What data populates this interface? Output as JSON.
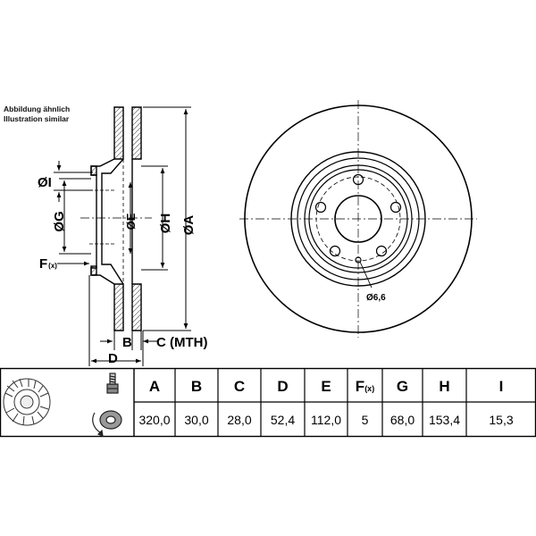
{
  "note": {
    "line1": "Abbildung ähnlich",
    "line2": "Illustration similar"
  },
  "dimension_labels": {
    "a": "A",
    "b": "B",
    "c": "C",
    "c_suffix": "(MTH)",
    "d": "D",
    "e": "E",
    "f": "F",
    "f_suffix": "(x)",
    "g": "G",
    "h": "H",
    "i": "I",
    "diameter_symbol": "Ø"
  },
  "hole_diameter": "Ø6,6",
  "table": {
    "headers": [
      {
        "main": "A",
        "sub": ""
      },
      {
        "main": "B",
        "sub": ""
      },
      {
        "main": "C",
        "sub": ""
      },
      {
        "main": "D",
        "sub": ""
      },
      {
        "main": "E",
        "sub": ""
      },
      {
        "main": "F",
        "sub": "(x)"
      },
      {
        "main": "G",
        "sub": ""
      },
      {
        "main": "H",
        "sub": ""
      },
      {
        "main": "I",
        "sub": ""
      }
    ],
    "values": [
      "320,0",
      "30,0",
      "28,0",
      "52,4",
      "112,0",
      "5",
      "68,0",
      "153,4",
      "15,3"
    ]
  }
}
